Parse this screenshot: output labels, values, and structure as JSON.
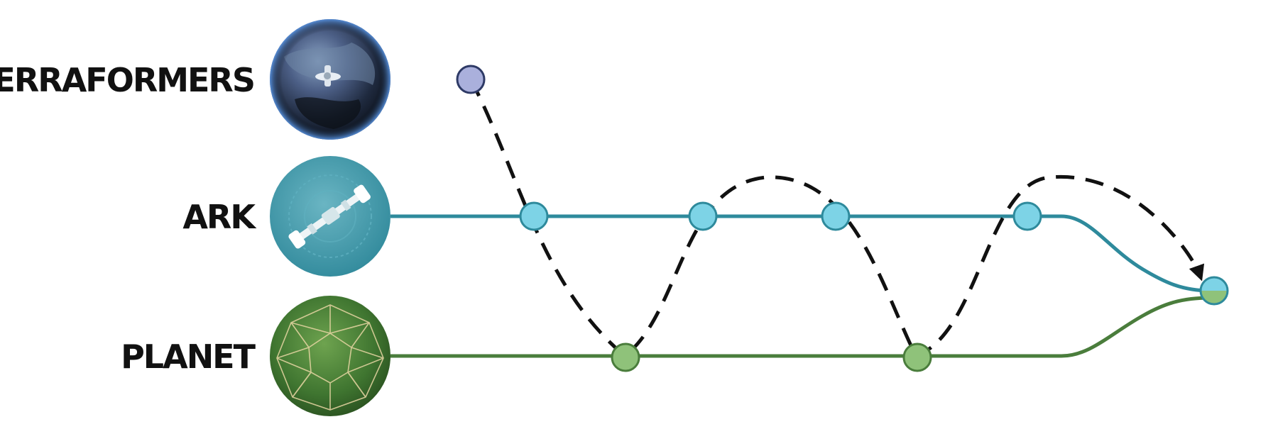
{
  "tracks": [
    {
      "id": "terraformers",
      "label": "TERRAFORMERS",
      "color": "#2e3a66",
      "node_fill": "#aab0dc",
      "node_stroke": "#2e3a66",
      "icon": "earth-with-space-station-icon"
    },
    {
      "id": "ark",
      "label": "ARK",
      "color": "#2e8a9c",
      "node_fill": "#7dd3e6",
      "node_stroke": "#2e8a9c",
      "icon": "spaceship-icon"
    },
    {
      "id": "planet",
      "label": "PLANET",
      "color": "#4a7d3c",
      "node_fill": "#8fc27a",
      "node_stroke": "#4a7d3c",
      "icon": "geodesic-planet-icon"
    }
  ],
  "colors": {
    "dashed_path": "#111111",
    "background": "#ffffff"
  }
}
